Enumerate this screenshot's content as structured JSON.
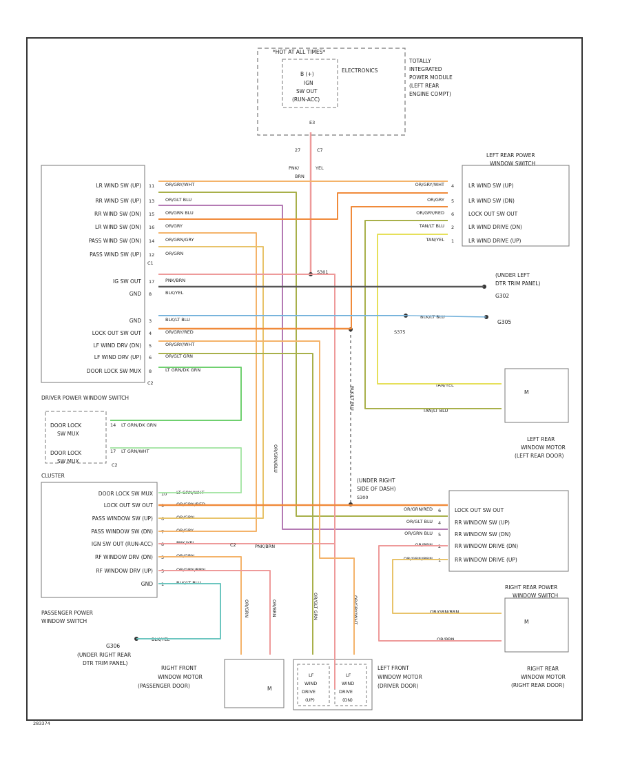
{
  "colors": {
    "border": "#333333",
    "box": "#666666",
    "pink": "#ee9a9a",
    "orange": "#f08a3a",
    "lightorange": "#f4b36a",
    "tan": "#e8c36a",
    "yellow": "#e6e05a",
    "green": "#6fd06f",
    "lightgreen": "#a9e6a9",
    "blue": "#78b4dc",
    "teal": "#6cc6c0",
    "brown": "#b07a5a",
    "violet": "#b47ab4",
    "olive": "#a8b04a",
    "dark": "#555555"
  },
  "tipm": {
    "hot_label": "*HOT AT ALL TIMES*",
    "fuse_line1": "B (+)",
    "fuse_line2": "IGN",
    "fuse_line3": "SW OUT",
    "fuse_line4": "(RUN-ACC)",
    "connector": "E3",
    "electronics": "ELECTRONICS",
    "desc1": "TOTALLY",
    "desc2": "INTEGRATED",
    "desc3": "POWER MODULE",
    "desc4": "(LEFT REAR",
    "desc5": "ENGINE COMPT)"
  },
  "top_wire": {
    "c1": "27",
    "c2": "C7",
    "l1": "PNK/",
    "l2": "YEL",
    "l3": "BRN"
  },
  "driver_switch": {
    "title": "DRIVER POWER WINDOW SWITCH",
    "c1": "C1",
    "c2": "C2",
    "rows": [
      {
        "label": "LR WIND SW (UP)",
        "pin": "11",
        "wire": "OR/GRY/WHT"
      },
      {
        "label": "RR WIND SW (UP)",
        "pin": "13",
        "wire": "OR/GLT BLU"
      },
      {
        "label": "RR WIND SW (DN)",
        "pin": "15",
        "wire": "OR/GRN BLU"
      },
      {
        "label": "LR WIND SW (DN)",
        "pin": "16",
        "wire": "OR/GRY"
      },
      {
        "label": "PASS WIND SW (DN)",
        "pin": "14",
        "wire": "OR/GRN/GRY"
      },
      {
        "label": "PASS WIND SW (UP)",
        "pin": "12",
        "wire": "OR/GRN"
      },
      {
        "label": "IG SW OUT",
        "pin": "17",
        "wire": "PNK/BRN"
      },
      {
        "label": "GND",
        "pin": "8",
        "wire": "BLK/YEL"
      },
      {
        "label": "GND",
        "pin": "3",
        "wire": "BLK/LT BLU"
      },
      {
        "label": "LOCK OUT SW OUT",
        "pin": "4",
        "wire": "OR/GRY/RED"
      },
      {
        "label": "LF WIND DRV (DN)",
        "pin": "5",
        "wire": "OR/GRY/WHT"
      },
      {
        "label": "LF WIND DRV (UP)",
        "pin": "6",
        "wire": "OR/GLT GRN"
      },
      {
        "label": "DOOR LOCK SW MUX",
        "pin": "8",
        "wire": "LT GRN/DK GRN"
      }
    ]
  },
  "cluster": {
    "title": "CLUSTER",
    "c2": "C2",
    "l1": "DOOR LOCK",
    "l2": "SW MUX",
    "l3": "DOOR LOCK",
    "l4": "SW MUX",
    "p1": "14",
    "p2": "17",
    "w1": "LT GRN/DK GRN",
    "w2": "LT GRN/WHT"
  },
  "pass_switch": {
    "title1": "PASSENGER POWER",
    "title2": "WINDOW SWITCH",
    "rows": [
      {
        "label": "DOOR LOCK SW MUX",
        "pin": "10",
        "wire": "LT GRN/WHT"
      },
      {
        "label": "LOCK OUT SW OUT",
        "pin": "9",
        "wire": "OR/GRN/RED"
      },
      {
        "label": "PASS WINDOW SW (UP)",
        "pin": "6",
        "wire": "OR/GRN"
      },
      {
        "label": "PASS WINDOW SW (DN)",
        "pin": "7",
        "wire": "OR/GRY"
      },
      {
        "label": "IGN SW OUT (RUN-ACC)",
        "pin": "8",
        "wire": "PNK/YEL"
      },
      {
        "label": "RF WINDOW DRV (DN)",
        "pin": "3",
        "wire": "OR/GRN"
      },
      {
        "label": "RF WINDOW DRV (UP)",
        "pin": "5",
        "wire": "OR/GRN/BRN"
      },
      {
        "label": "GND",
        "pin": "1",
        "wire": "BLK/LT BLU"
      }
    ],
    "c2": "C2",
    "pink_label": "PNK/BRN"
  },
  "lr_switch": {
    "title1": "LEFT REAR POWER",
    "title2": "WINDOW SWITCH",
    "rows": [
      {
        "label": "LR WIND SW (UP)",
        "pin": "4",
        "wire": "OR/GRY/WHT"
      },
      {
        "label": "LR WIND SW (DN)",
        "pin": "5",
        "wire": "OR/GRY"
      },
      {
        "label": "LOCK OUT SW OUT",
        "pin": "6",
        "wire": "OR/GRY/RED"
      },
      {
        "label": "LR WIND DRIVE (DN)",
        "pin": "2",
        "wire": "TAN/LT BLU"
      },
      {
        "label": "LR WIND DRIVE (UP)",
        "pin": "1",
        "wire": "TAN/YEL"
      }
    ]
  },
  "rr_switch": {
    "title1": "RIGHT REAR POWER",
    "title2": "WINDOW SWITCH",
    "rows": [
      {
        "label": "LOCK OUT SW OUT",
        "pin": "6",
        "wire": "OR/GRN/RED"
      },
      {
        "label": "RR WINDOW SW (UP)",
        "pin": "4",
        "wire": "OR/GLT BLU"
      },
      {
        "label": "RR WINDOW SW (DN)",
        "pin": "5",
        "wire": "OR/GRN BLU"
      },
      {
        "label": "RR WINDOW DRIVE (DN)",
        "pin": "2",
        "wire": "OR/BRN"
      },
      {
        "label": "RR WINDOW DRIVE (UP)",
        "pin": "1",
        "wire": "OR/GRN/BRN"
      }
    ]
  },
  "grounds": {
    "g1_l1": "(UNDER LEFT",
    "g1_l2": "DTR TRIM PANEL)",
    "g1_id": "G302",
    "g2_id": "G305",
    "g2_wire": "BLK/LT BLU",
    "s_id": "S375",
    "splice1": "S301",
    "dash_l1": "(UNDER RIGHT",
    "dash_l2": "SIDE OF DASH)",
    "dash_id": "S300",
    "g3_id": "G306",
    "g3_l1": "(UNDER RIGHT REAR",
    "g3_l2": "DTR TRIM PANEL)",
    "g3_wire": "BLK/YEL"
  },
  "lr_motor": {
    "t1": "LEFT REAR",
    "t2": "WINDOW MOTOR",
    "t3": "(LEFT REAR DOOR)",
    "w1": "TAN/YEL",
    "w2": "TAN/LT BLU",
    "m": "M"
  },
  "rr_motor": {
    "t1": "RIGHT REAR",
    "t2": "WINDOW MOTOR",
    "t3": "(RIGHT REAR DOOR)",
    "w1": "OR/GRN/BRN",
    "w2": "OR/BRN",
    "m": "M"
  },
  "rf_motor": {
    "t1": "RIGHT FRONT",
    "t2": "WINDOW MOTOR",
    "t3": "(PASSENGER DOOR)",
    "w1": "OR/GRN",
    "w2": "OR/BRN",
    "m": "M"
  },
  "lf_motor": {
    "t1": "LEFT FRONT",
    "t2": "WINDOW MOTOR",
    "t3": "(DRIVER DOOR)",
    "b1_1": "LF",
    "b1_2": "WIND",
    "b1_3": "DRIVE",
    "b1_4": "(UP)",
    "b2_1": "LF",
    "b2_2": "WIND",
    "b2_3": "DRIVE",
    "b2_4": "(DN)",
    "w1": "OR/GLT GRN",
    "w2": "OR/GRY/WHT"
  },
  "vertical_labels": {
    "v1": "OR/GRN/BLU",
    "v2": "BLK/LT BLU"
  },
  "footer": {
    "code": "283374"
  }
}
